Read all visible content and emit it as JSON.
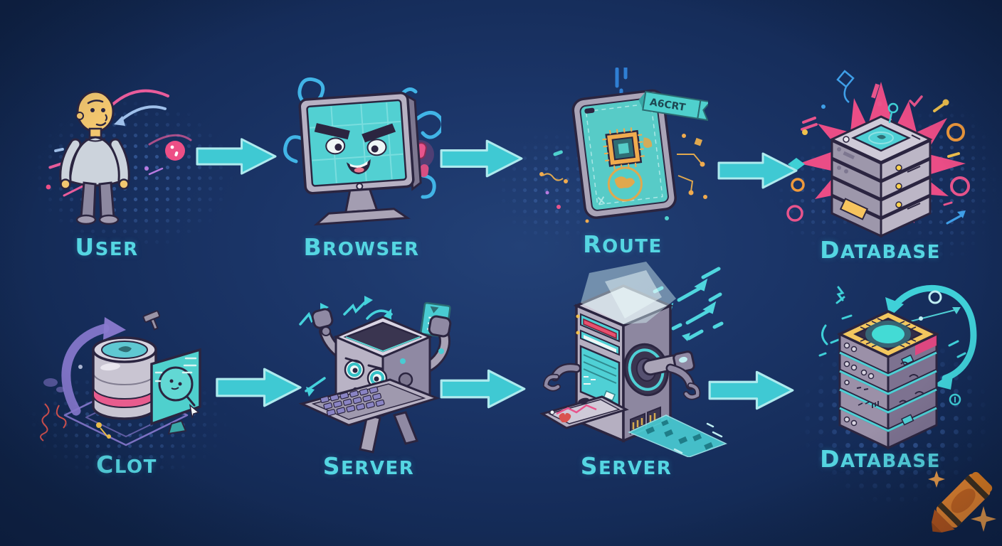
{
  "page": {
    "description": "Cartoon isometric web request flow illustration on dark navy background"
  },
  "colors": {
    "background": "#16305d",
    "arrow_fill": "#3fc9d3",
    "arrow_stroke": "#aeeaee",
    "label_text": "#55d6e2",
    "pink": "#e94d86",
    "purple": "#8a7ad0",
    "orange": "#f0a23c",
    "screen_teal": "#4fd0cd",
    "device_gray": "#b5afc1"
  },
  "flow": {
    "rows": [
      {
        "nodes": [
          {
            "label": "USER",
            "icon": "user-person-icon"
          },
          {
            "label": "BROWSER",
            "icon": "browser-monitor-icon"
          },
          {
            "label": "ROUTE",
            "icon": "route-tablet-icon",
            "ribbon": "A6CRT"
          },
          {
            "label": "DATABASE",
            "icon": "database-server-stack-icon"
          }
        ]
      },
      {
        "nodes": [
          {
            "label": "CLOT",
            "icon": "database-cylinder-icon"
          },
          {
            "label": "SERVER",
            "icon": "robot-server-icon"
          },
          {
            "label": "SERVER",
            "icon": "server-tower-icon"
          },
          {
            "label": "DATABASE",
            "icon": "database-stack-chip-icon"
          }
        ]
      }
    ]
  },
  "watermark": {
    "icon": "crayon-icon"
  }
}
